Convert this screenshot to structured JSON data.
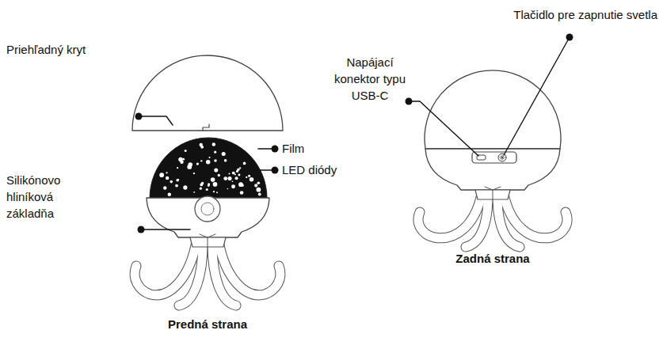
{
  "diagram": {
    "labels": [
      "Priehľadný kryt",
      "Film",
      "LED diódy",
      "Silikónovo hliníková základňa",
      "Predná strana",
      "Tlačidlo pre zapnutie svetla",
      "Napájací konektor typu USB-C",
      "Zadná strana"
    ]
  }
}
